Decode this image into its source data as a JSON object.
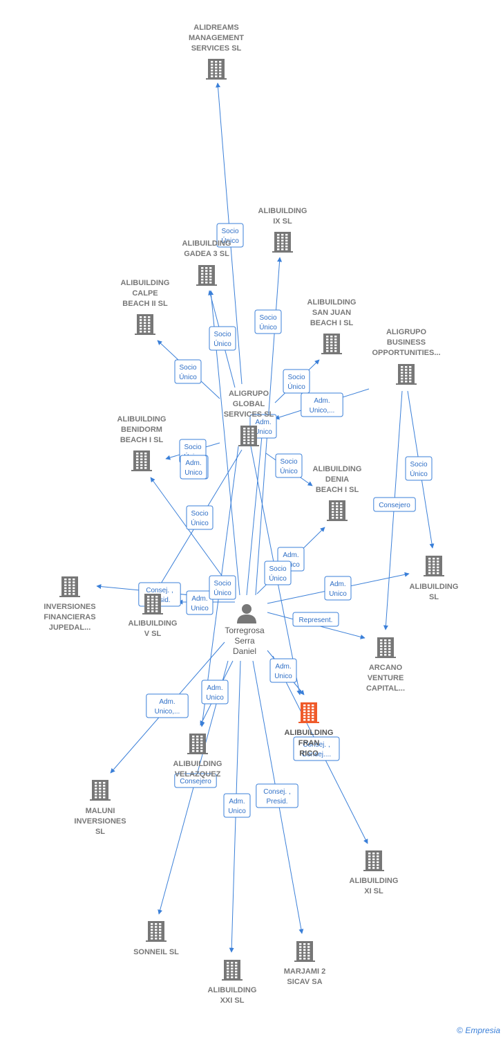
{
  "colors": {
    "edge": "#3a7fd8",
    "company": "#777777",
    "highlight": "#ef5a2a",
    "person": "#777777"
  },
  "person": {
    "id": "p",
    "lines": [
      "Torregrosa",
      "Serra",
      "Daniel"
    ],
    "icon": "person-icon"
  },
  "companies": [
    {
      "id": "alidreams",
      "lines": [
        "ALIDREAMS",
        "MANAGEMENT",
        "SERVICES  SL"
      ],
      "icon": "building-icon"
    },
    {
      "id": "ix",
      "lines": [
        "ALIBUILDING",
        "IX  SL"
      ],
      "icon": "building-icon"
    },
    {
      "id": "gadea",
      "lines": [
        "ALIBUILDING",
        "GADEA 3  SL"
      ],
      "icon": "building-icon"
    },
    {
      "id": "calpe",
      "lines": [
        "ALIBUILDING",
        "CALPE",
        "BEACH II  SL"
      ],
      "icon": "building-icon"
    },
    {
      "id": "sanjuan",
      "lines": [
        "ALIBUILDING",
        "SAN JUAN",
        "BEACH I  SL"
      ],
      "icon": "building-icon"
    },
    {
      "id": "aligrupo_bo",
      "lines": [
        "ALIGRUPO",
        "BUSINESS",
        "OPPORTUNITIES..."
      ],
      "icon": "building-icon"
    },
    {
      "id": "aligrupo_gs",
      "lines": [
        "ALIGRUPO",
        "GLOBAL",
        "SERVICES  SL"
      ],
      "icon": "building-icon"
    },
    {
      "id": "benidorm",
      "lines": [
        "ALIBUILDING",
        "BENIDORM",
        "BEACH I  SL"
      ],
      "icon": "building-icon"
    },
    {
      "id": "denia",
      "lines": [
        "ALIBUILDING",
        "DENIA",
        "BEACH I  SL"
      ],
      "icon": "building-icon"
    },
    {
      "id": "alibuilding",
      "lines": [
        "ALIBUILDING",
        "SL"
      ],
      "icon": "building-icon"
    },
    {
      "id": "jupedal",
      "lines": [
        "INVERSIONES",
        "FINANCIERAS",
        "JUPEDAL..."
      ],
      "icon": "building-icon"
    },
    {
      "id": "v",
      "lines": [
        "ALIBUILDING",
        "V  SL"
      ],
      "icon": "building-icon"
    },
    {
      "id": "arcano",
      "lines": [
        "ARCANO",
        "VENTURE",
        "CAPITAL..."
      ],
      "icon": "building-icon"
    },
    {
      "id": "franrico",
      "lines": [
        "ALIBUILDING",
        "FRAN",
        "RICO"
      ],
      "icon": "building-icon",
      "highlight": true
    },
    {
      "id": "velazquez",
      "lines": [
        "ALIBUILDING",
        "VELAZQUEZ"
      ],
      "icon": "building-icon"
    },
    {
      "id": "maluni",
      "lines": [
        "MALUNI",
        "INVERSIONES",
        "SL"
      ],
      "icon": "building-icon"
    },
    {
      "id": "xi",
      "lines": [
        "ALIBUILDING",
        "XI  SL"
      ],
      "icon": "building-icon"
    },
    {
      "id": "sonneil",
      "lines": [
        "SONNEIL  SL"
      ],
      "icon": "building-icon"
    },
    {
      "id": "xxi",
      "lines": [
        "ALIBUILDING",
        "XXI  SL"
      ],
      "icon": "building-icon"
    },
    {
      "id": "marjami",
      "lines": [
        "MARJAMI 2",
        "SICAV SA"
      ],
      "icon": "building-icon"
    }
  ],
  "edges": [
    {
      "from": "aligrupo_gs",
      "to": "alidreams",
      "label": [
        "Socio",
        "Único"
      ]
    },
    {
      "from": "p",
      "to": "ix",
      "label": [
        "Socio",
        "Único"
      ]
    },
    {
      "from": "aligrupo_gs",
      "to": "gadea",
      "label": [
        "Socio",
        "Único"
      ]
    },
    {
      "from": "aligrupo_gs",
      "to": "calpe",
      "label": [
        "Socio",
        "Único"
      ]
    },
    {
      "from": "aligrupo_gs",
      "to": "sanjuan",
      "label": [
        "Socio",
        "Único"
      ]
    },
    {
      "from": "aligrupo_bo",
      "to": "aligrupo_gs",
      "label": [
        "Adm.",
        "Unico,..."
      ]
    },
    {
      "from": "p",
      "to": "aligrupo_gs",
      "label": [
        "Adm.",
        "Unico"
      ]
    },
    {
      "from": "aligrupo_gs",
      "to": "benidorm",
      "label": [
        "Socio",
        "Único"
      ]
    },
    {
      "from": "p",
      "to": "benidorm",
      "label": [
        "Adm.",
        "Unico"
      ]
    },
    {
      "from": "aligrupo_gs",
      "to": "denia",
      "label": [
        "Socio",
        "Único"
      ]
    },
    {
      "from": "p",
      "to": "denia",
      "label": [
        "Adm.",
        "Unico"
      ]
    },
    {
      "from": "aligrupo_bo",
      "to": "alibuilding",
      "label": [
        "Socio",
        "Único"
      ]
    },
    {
      "from": "aligrupo_bo",
      "to": "arcano",
      "label": [
        "Consejero"
      ]
    },
    {
      "from": "p",
      "to": "alibuilding",
      "label": [
        "Adm.",
        "Unico"
      ]
    },
    {
      "from": "p",
      "to": "jupedal",
      "label": [
        "Consej. ,",
        "Presid."
      ]
    },
    {
      "from": "p",
      "to": "v",
      "label": [
        "Adm.",
        "Unico"
      ]
    },
    {
      "from": "aligrupo_gs",
      "to": "v",
      "label": [
        "Socio",
        "Único"
      ]
    },
    {
      "from": "p",
      "to": "arcano",
      "label": [
        "Represent."
      ]
    },
    {
      "from": "p",
      "to": "franrico",
      "label": [
        "Adm.",
        "Unico"
      ]
    },
    {
      "from": "aligrupo_gs",
      "to": "franrico",
      "label": [
        "Socio",
        "Único"
      ]
    },
    {
      "from": "p",
      "to": "velazquez",
      "label": [
        "Adm.",
        "Unico"
      ]
    },
    {
      "from": "p",
      "to": "maluni",
      "label": [
        "Adm.",
        "Unico,..."
      ]
    },
    {
      "from": "p",
      "to": "xi",
      "label": [
        "Consej. ,",
        "Consej...."
      ]
    },
    {
      "from": "p",
      "to": "sonneil",
      "label": [
        "Consejero"
      ]
    },
    {
      "from": "p",
      "to": "xxi",
      "label": [
        "Adm.",
        "Unico"
      ]
    },
    {
      "from": "p",
      "to": "marjami",
      "label": [
        "Consej. ,",
        "Presid."
      ]
    },
    {
      "from": "aligrupo_gs",
      "to": "velazquez",
      "label": [
        "Socio",
        "Único"
      ]
    },
    {
      "from": "p",
      "to": "gadea",
      "label": [
        "Adm.",
        "Unico"
      ]
    }
  ],
  "footer": {
    "copyright": "©",
    "brand": "Empresia"
  }
}
